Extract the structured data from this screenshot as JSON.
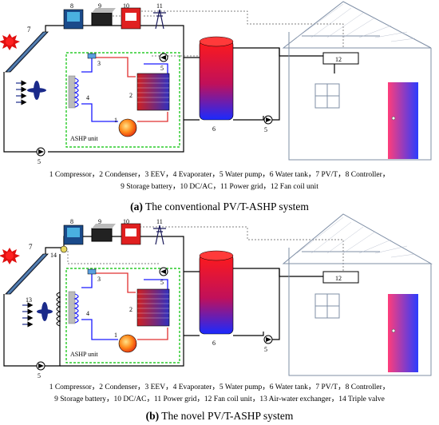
{
  "panel_a": {
    "labels": {
      "n1": "1",
      "n2": "2",
      "n3": "3",
      "n4": "4",
      "n5a": "5",
      "n5b": "5",
      "n5c": "5",
      "n6": "6",
      "n7": "7",
      "n8": "8",
      "n9": "9",
      "n10": "10",
      "n11": "11",
      "n12": "12",
      "unit": "ASHP unit"
    },
    "legend_line1": "1 Compressor，2 Condenser，3 EEV，4 Evaporater，5 Water pump，6 Water tank，7 PV/T，8 Controller，",
    "legend_line2": "9 Storage battery，10 DC/AC，11 Power grid，12 Fan coil unit",
    "caption_letter": "(a)",
    "caption_text": " The conventional PV/T-ASHP system"
  },
  "panel_b": {
    "labels": {
      "n1": "1",
      "n2": "2",
      "n3": "3",
      "n4": "4",
      "n5a": "5",
      "n5b": "5",
      "n5c": "5",
      "n6": "6",
      "n7": "7",
      "n8": "8",
      "n9": "9",
      "n10": "10",
      "n11": "11",
      "n12": "12",
      "n13": "13",
      "n14": "14",
      "unit": "ASHP unit"
    },
    "legend_line1": "1 Compressor，2 Condenser，3 EEV，4 Evaporater，5 Water pump，6 Water tank，7 PV/T，8 Controller，",
    "legend_line2": "9 Storage battery，10 DC/AC，11 Power grid，12 Fan coil unit，13  Air-water exchanger，14 Triple valve",
    "caption_letter": "(b)",
    "caption_text": " The novel PV/T-ASHP system"
  },
  "colors": {
    "refrigerant_hot": "#e03030",
    "refrigerant_cold": "#1a1aff",
    "unit_border": "#00c000",
    "wire": "#000000",
    "house": "#7f8fa6"
  }
}
